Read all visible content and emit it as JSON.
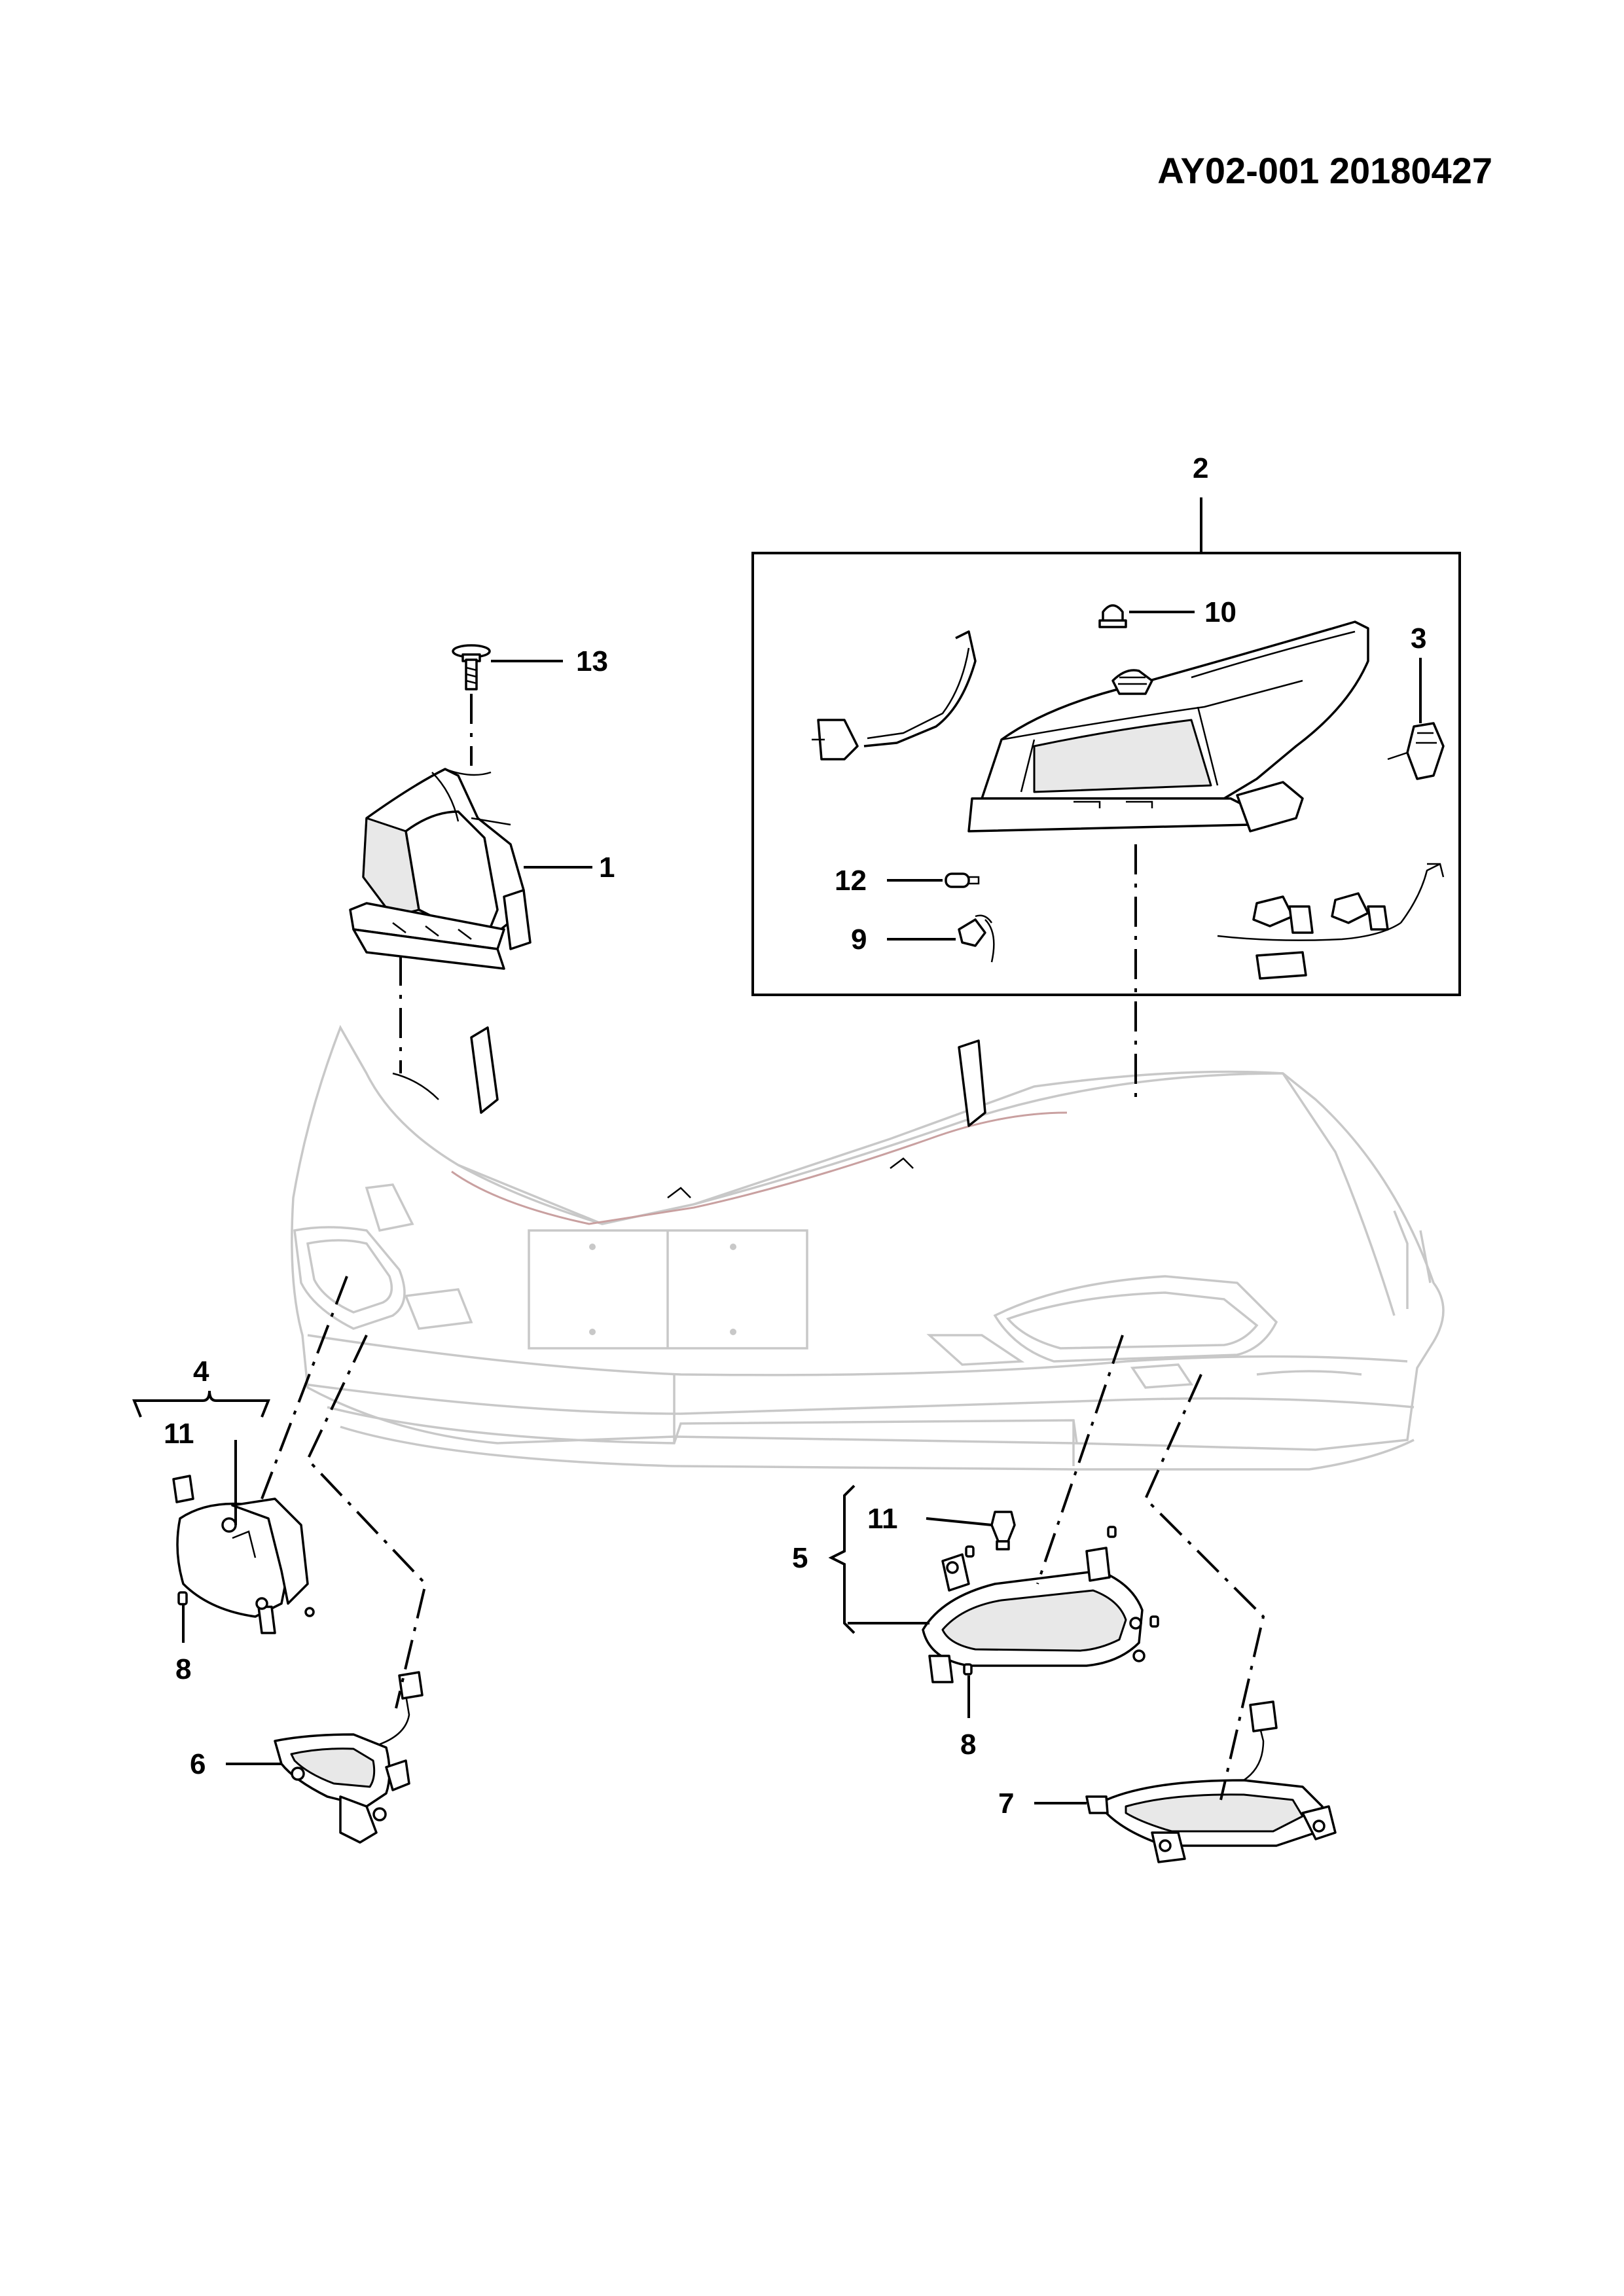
{
  "header": {
    "doc_code": "AY02-001 20180427"
  },
  "callouts": {
    "c1": "1",
    "c2": "2",
    "c3": "3",
    "c4": "4",
    "c5": "5",
    "c6": "6",
    "c7": "7",
    "c8a": "8",
    "c8b": "8",
    "c9": "9",
    "c10": "10",
    "c11a": "11",
    "c11b": "11",
    "c12": "12",
    "c13": "13"
  }
}
